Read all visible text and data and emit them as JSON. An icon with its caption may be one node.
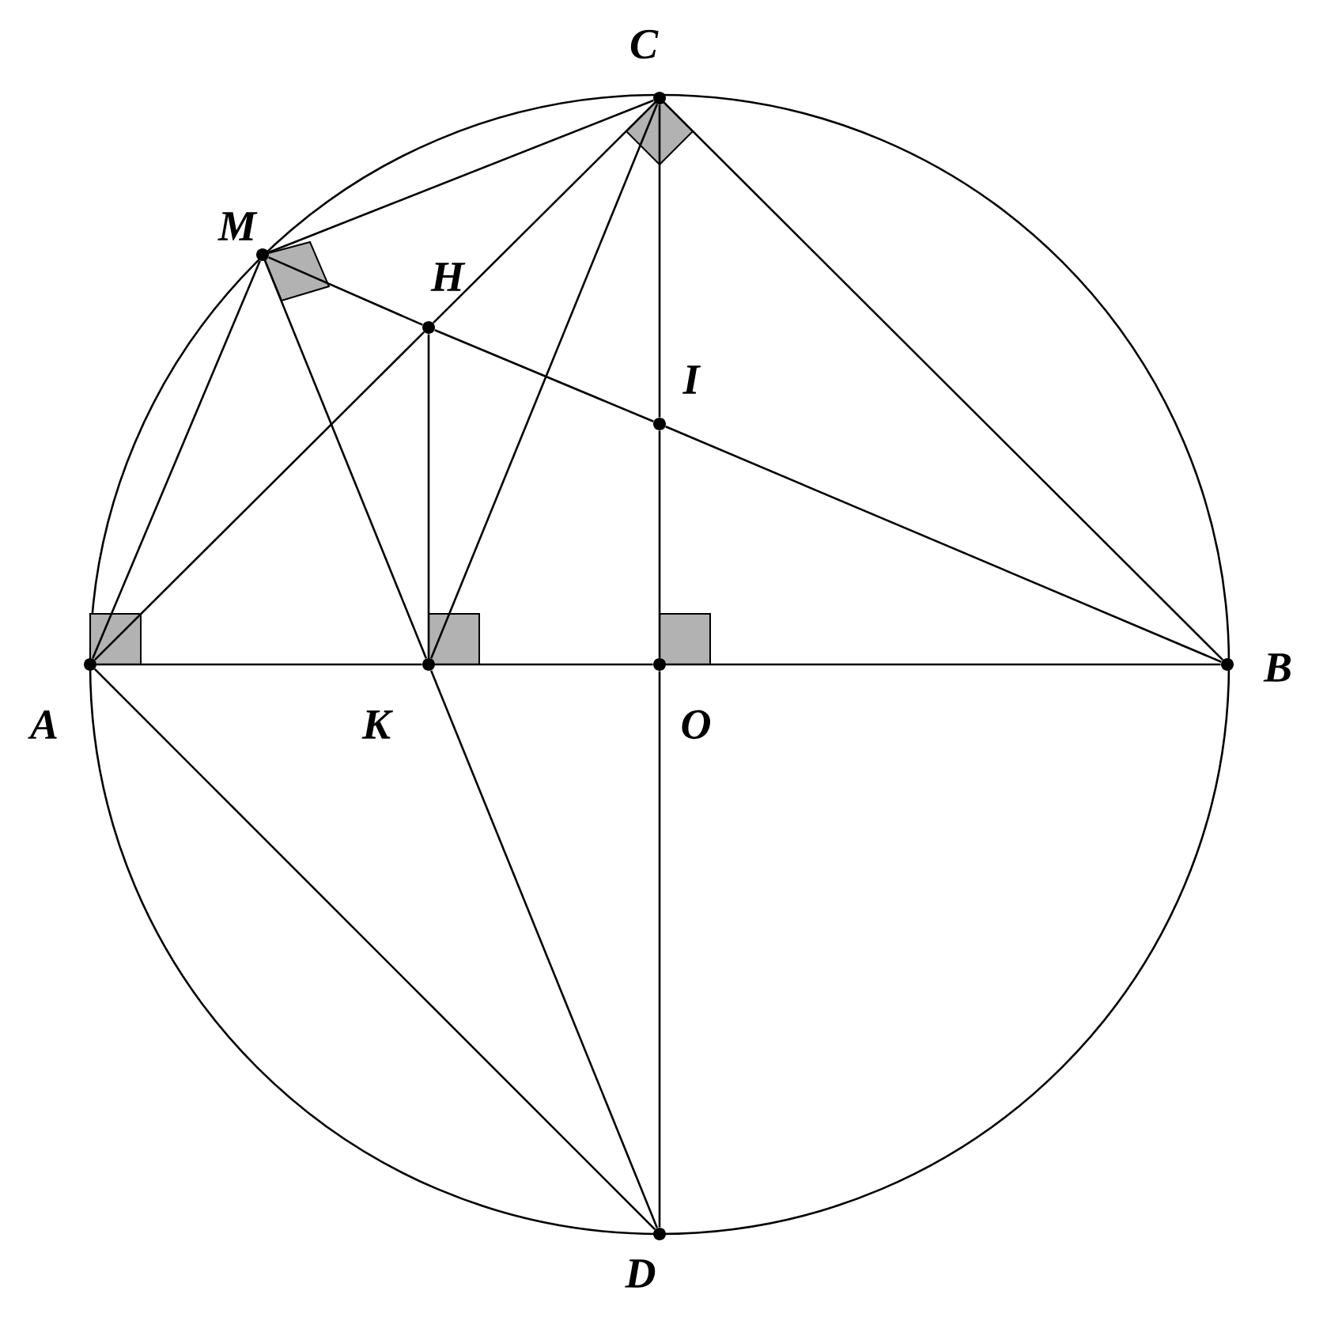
{
  "diagram": {
    "nodes": [
      {
        "text": [
          "C"
        ]
      },
      {
        "text": [
          "M"
        ]
      },
      {
        "text": [
          "H"
        ]
      },
      {
        "text": [
          "I"
        ]
      },
      {
        "text": [
          "A"
        ]
      },
      {
        "text": [
          "K"
        ]
      },
      {
        "text": [
          "O"
        ]
      },
      {
        "text": [
          "B"
        ]
      },
      {
        "text": [
          "D"
        ]
      }
    ],
    "edges": [
      {
        "from": 4,
        "to": 5,
        "arrow": "none"
      },
      {
        "from": 5,
        "to": 6,
        "arrow": "none"
      },
      {
        "from": 6,
        "to": 7,
        "arrow": "none"
      },
      {
        "from": 0,
        "to": 3,
        "arrow": "none"
      },
      {
        "from": 3,
        "to": 6,
        "arrow": "none"
      },
      {
        "from": 6,
        "to": 8,
        "arrow": "none"
      },
      {
        "from": 1,
        "to": 0,
        "arrow": "none"
      },
      {
        "from": 0,
        "to": 7,
        "arrow": "none"
      },
      {
        "from": 4,
        "to": 2,
        "arrow": "none"
      },
      {
        "from": 2,
        "to": 0,
        "arrow": "none"
      },
      {
        "from": 1,
        "to": 2,
        "arrow": "none"
      },
      {
        "from": 2,
        "to": 3,
        "arrow": "none"
      },
      {
        "from": 3,
        "to": 7,
        "arrow": "none"
      },
      {
        "from": 1,
        "to": 4,
        "arrow": "none"
      },
      {
        "from": 1,
        "to": 5,
        "arrow": "none"
      },
      {
        "from": 5,
        "to": 8,
        "arrow": "none"
      },
      {
        "from": 2,
        "to": 5,
        "arrow": "none"
      },
      {
        "from": 5,
        "to": 0,
        "arrow": "none"
      },
      {
        "from": 4,
        "to": 8,
        "arrow": "none"
      }
    ]
  }
}
